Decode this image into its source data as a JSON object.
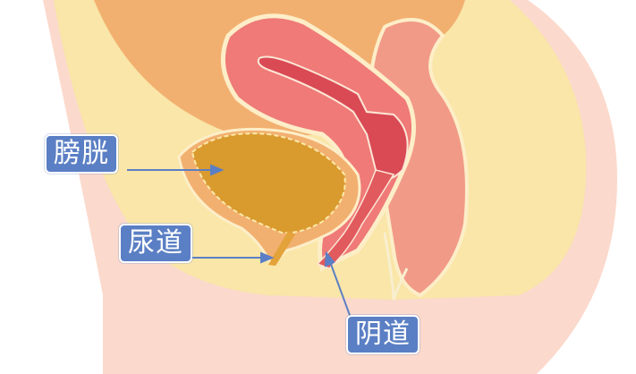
{
  "diagram": {
    "type": "anatomical cross-section",
    "labels": [
      {
        "id": "bladder",
        "text": "膀胱"
      },
      {
        "id": "urethra",
        "text": "尿道"
      },
      {
        "id": "vagina",
        "text": "阴道"
      }
    ],
    "colors": {
      "label_bg": "#5b7fc4",
      "label_text": "#ffffff",
      "arrow": "#5b7fc4",
      "skin": "#fbd9cc",
      "fat": "#f9e6a8",
      "abdomen": "#f2b070",
      "uterus": "#ef7a78",
      "rectum": "#f29a88",
      "bladder": "#d99a2e"
    }
  }
}
